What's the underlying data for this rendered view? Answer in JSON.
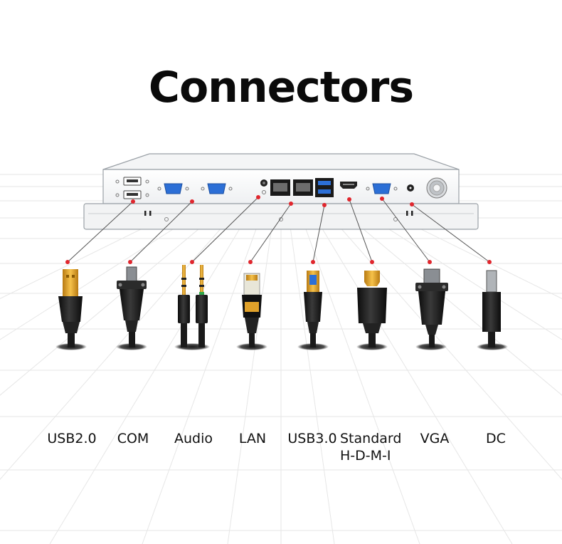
{
  "title": "Connectors",
  "connectors": [
    {
      "label": "USB2.0"
    },
    {
      "label": "COM"
    },
    {
      "label": "Audio"
    },
    {
      "label": "LAN"
    },
    {
      "label": "USB3.0"
    },
    {
      "label": "Standard",
      "label2": "H-D-M-I"
    },
    {
      "label": "VGA"
    },
    {
      "label": "DC"
    }
  ],
  "colors": {
    "accent": "#e0262d",
    "port_blue": "#2c6fd6",
    "gold": "#e0a12a"
  }
}
